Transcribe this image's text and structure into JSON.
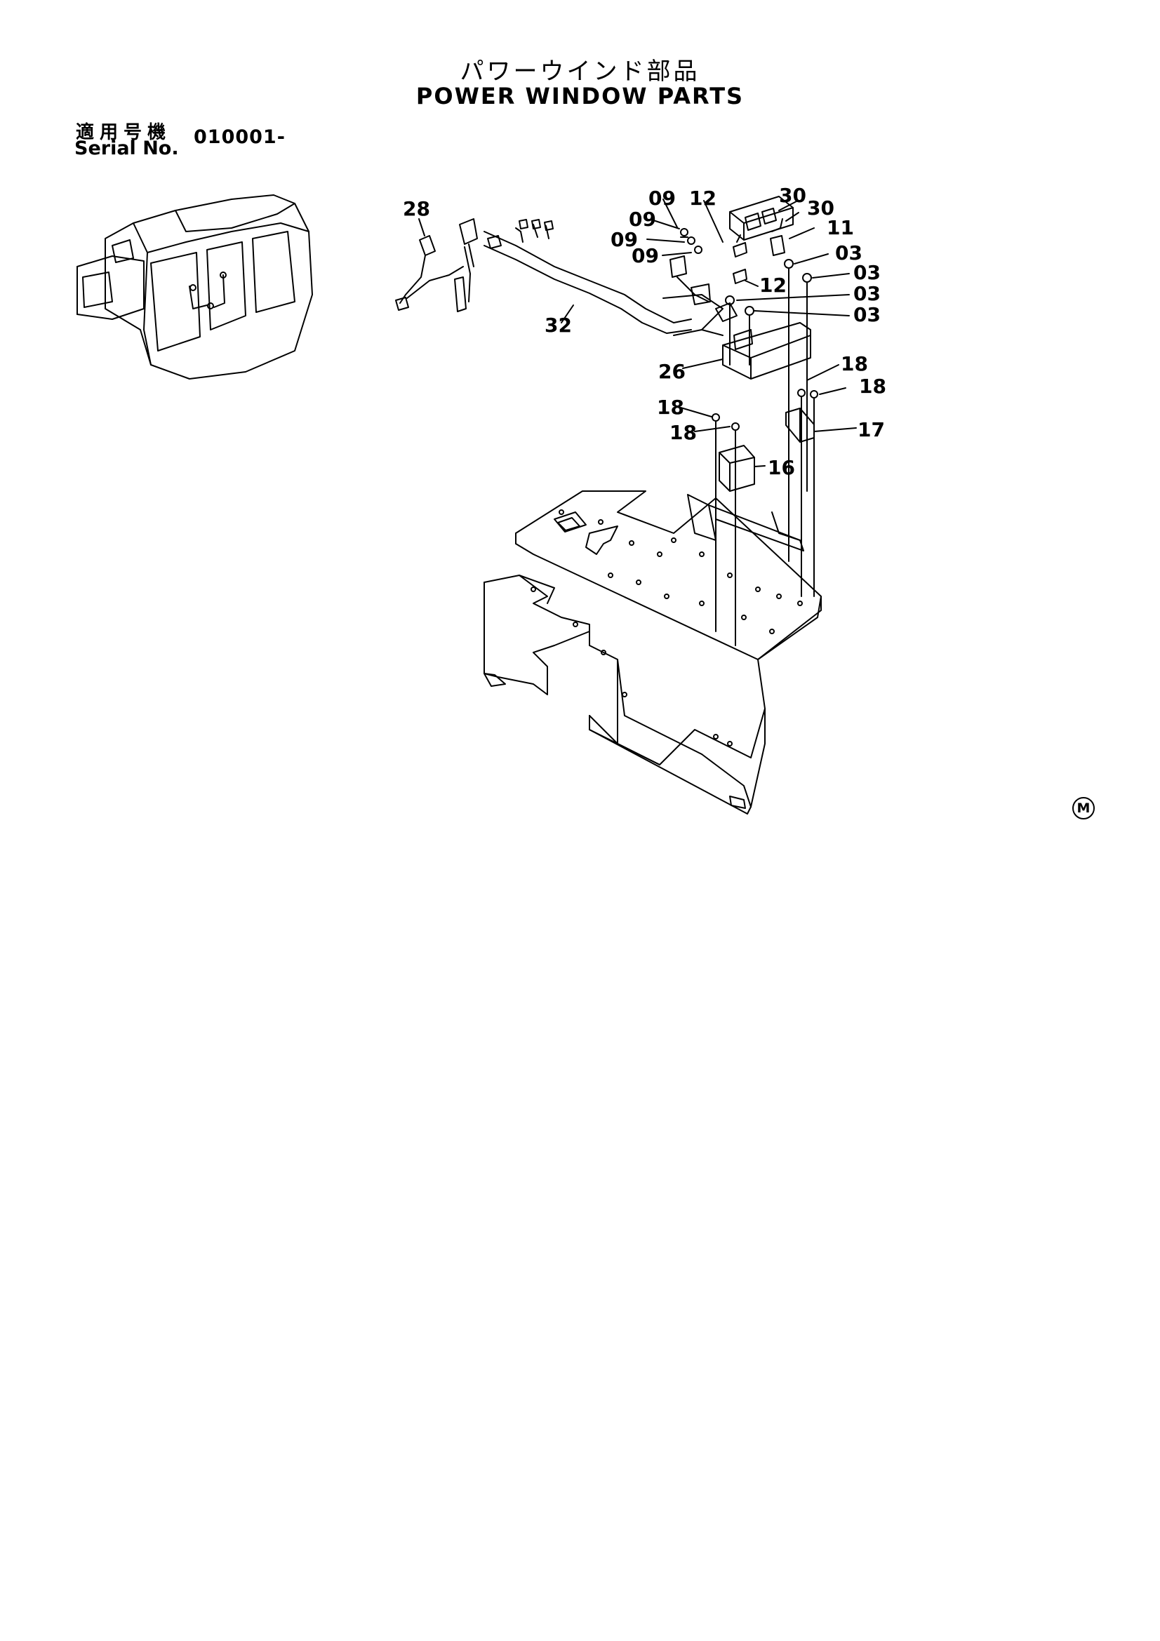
{
  "header": {
    "title_jp": "パワーウインド部品",
    "title_en": "POWER WINDOW PARTS"
  },
  "serial": {
    "label_jp": "適用号機",
    "label_en": "Serial No.",
    "range": "010001-"
  },
  "part_labels": [
    "28",
    "09",
    "12",
    "30",
    "30",
    "09",
    "09",
    "09",
    "11",
    "03",
    "03",
    "03",
    "03",
    "12",
    "32",
    "26",
    "18",
    "18",
    "18",
    "18",
    "17",
    "16"
  ],
  "mark": "M"
}
